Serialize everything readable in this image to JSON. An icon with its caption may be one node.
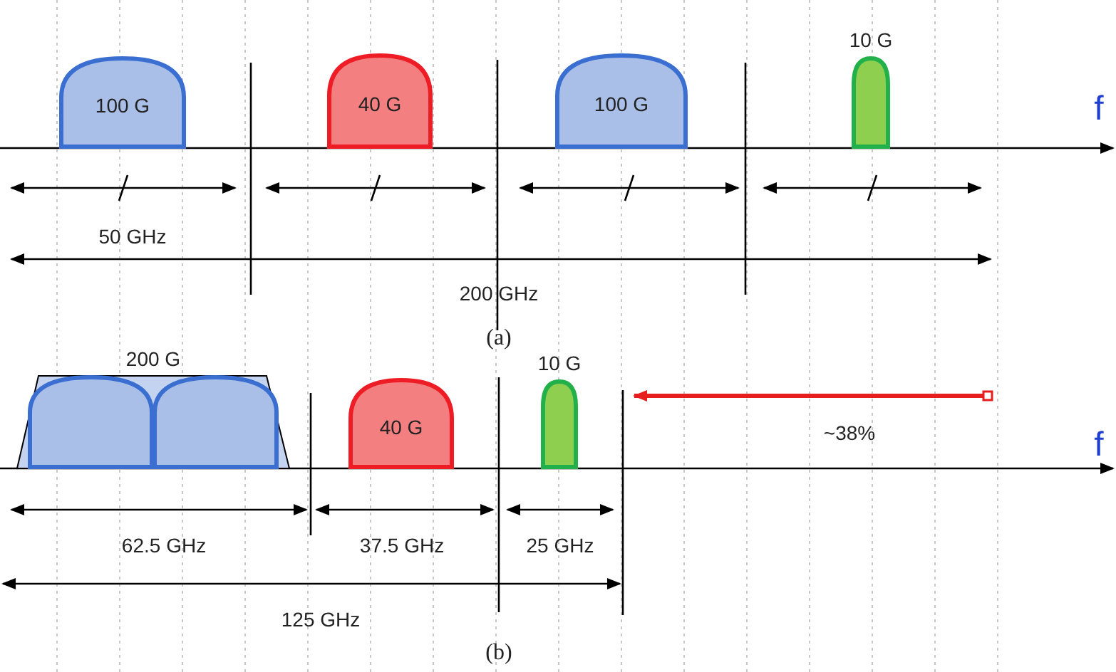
{
  "diagram": {
    "nodes": [
      {
        "text": [
          "100 G"
        ]
      },
      {
        "text": [
          "40 G"
        ]
      },
      {
        "text": [
          "100 G"
        ]
      },
      {
        "text": [
          "10 G"
        ]
      },
      {
        "text": [
          "200 G"
        ]
      },
      {
        "text": [
          "40 G"
        ]
      },
      {
        "text": [
          "10 G"
        ]
      }
    ],
    "labels": [
      "f",
      "50 GHz",
      "200 GHz",
      "(a)",
      "f",
      "~38%",
      "62.5 GHz",
      "37.5 GHz",
      "25 GHz",
      "125 GHz",
      "(b)"
    ]
  }
}
